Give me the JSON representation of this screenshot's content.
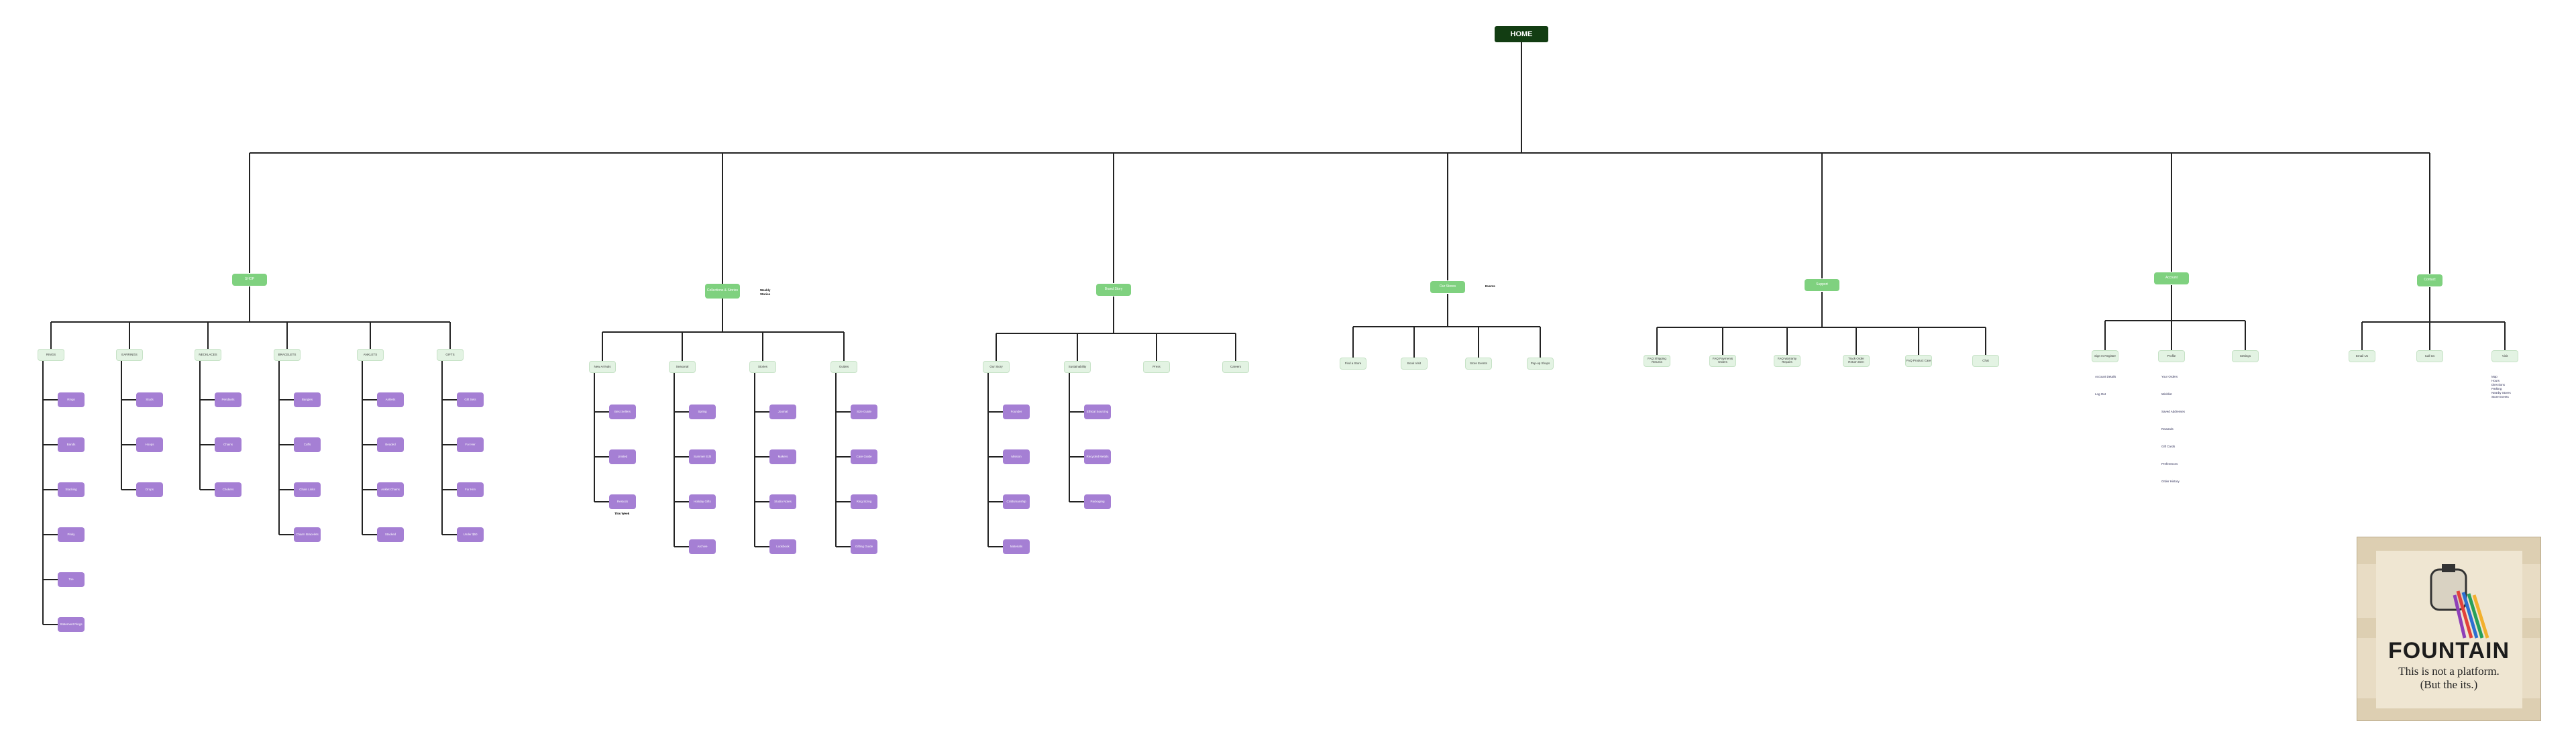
{
  "home": {
    "label": "HOME"
  },
  "columns": [
    {
      "label": "SHOP",
      "subs": [
        {
          "label": "RINGS",
          "leaves": [
            "Rings",
            "Bands",
            "Stacking",
            "Pinky",
            "Toe",
            "Statement Rings"
          ]
        },
        {
          "label": "EARRINGS",
          "leaves": [
            "Studs",
            "Hoops",
            "Drops"
          ]
        },
        {
          "label": "NECKLACES",
          "leaves": [
            "Pendants",
            "Chains",
            "Chokers"
          ]
        },
        {
          "label": "BRACELETS",
          "leaves": [
            "Bangles",
            "Cuffs",
            "Chain Links",
            "Charm Bracelets"
          ]
        },
        {
          "label": "ANKLETS",
          "leaves": [
            "Anklets",
            "Beaded",
            "Anklet Chains",
            "Stacked"
          ]
        },
        {
          "label": "GIFTS",
          "leaves": [
            "Gift Sets",
            "For Her",
            "For Him",
            "Under $50"
          ]
        }
      ]
    },
    {
      "label": "Collections & Stories",
      "note": [
        "Weekly",
        "Stories"
      ],
      "subs": [
        {
          "label": "New Arrivals",
          "leaves": [
            "Best Sellers",
            "Limited",
            "Restock"
          ],
          "leafNote": "This Week"
        },
        {
          "label": "Seasonal",
          "leaves": [
            "Spring",
            "Summer Edit",
            "Holiday Gifts",
            "Archive"
          ]
        },
        {
          "label": "Stories",
          "leaves": [
            "Journal",
            "Makers",
            "Studio Notes",
            "Lookbook"
          ]
        },
        {
          "label": "Guides",
          "leaves": [
            "Size Guide",
            "Care Guide",
            "Ring Sizing",
            "Gifting Guide"
          ]
        }
      ]
    },
    {
      "label": "Brand Story",
      "subs": [
        {
          "label": "Our Story",
          "leaves": [
            "Founder",
            "Mission",
            "Craftsmanship",
            "Materials"
          ]
        },
        {
          "label": "Sustainability",
          "leaves": [
            "Ethical Sourcing",
            "Recycled Metals",
            "Packaging"
          ]
        },
        {
          "label": "Press",
          "leaves": []
        },
        {
          "label": "Careers",
          "leaves": []
        }
      ]
    },
    {
      "label": "Our Stores",
      "note": [
        "Events"
      ],
      "subs": [
        {
          "label": "Find a Store",
          "leaves": []
        },
        {
          "label": "Book Visit",
          "leaves": []
        },
        {
          "label": "Store Events",
          "leaves": []
        },
        {
          "label": "Pop-up Shops",
          "leaves": []
        }
      ]
    },
    {
      "label": "Support",
      "subs": [
        {
          "label": "FAQ Shipping Returns",
          "leaves": []
        },
        {
          "label": "FAQ Payments Orders",
          "leaves": []
        },
        {
          "label": "FAQ Warranty Repairs",
          "leaves": []
        },
        {
          "label": "Track Order Return Item",
          "leaves": []
        },
        {
          "label": "FAQ Product Care",
          "leaves": []
        },
        {
          "label": "Chat",
          "leaves": []
        }
      ]
    },
    {
      "label": "Account",
      "subs": [
        {
          "label": "Sign In Register",
          "notes": [
            "Account Details",
            "Log Out"
          ]
        },
        {
          "label": "Profile",
          "notes": [
            "Your Orders",
            "Wishlist",
            "Saved Addresses",
            "Rewards",
            "Gift Cards",
            "Preferences",
            "Order History"
          ]
        },
        {
          "label": "Settings",
          "notes": []
        }
      ]
    },
    {
      "label": "Contact",
      "subs": [
        {
          "label": "Email Us",
          "notes": []
        },
        {
          "label": "Call Us",
          "notes": []
        },
        {
          "label": "Visit",
          "notes": [
            "Map",
            "Hours",
            "Directions",
            "Parking",
            "Nearby Stores",
            "Store Events"
          ]
        }
      ]
    }
  ],
  "poster": {
    "wordmark": "FOUNTAIN",
    "tagline_1": "This is not a platform.",
    "tagline_2": "(But the its.)"
  },
  "colors": {
    "home": "#123d12",
    "main": "#7fd17f",
    "sub": "#e3f3e3",
    "leaf": "#a57fd4",
    "line": "#222222"
  }
}
